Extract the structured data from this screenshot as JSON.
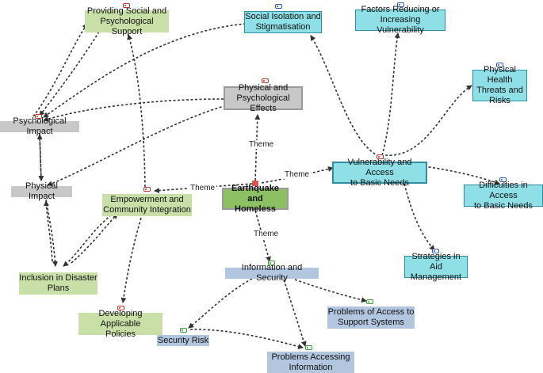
{
  "nodes": {
    "providing_support": "Providing Social and\nPsychological Support",
    "social_isolation": "Social Isolation and\nStigmatisation",
    "factors_reducing": "Factors Reducing or\nIncreasing Vulnerability",
    "physical_health": "Physical Health\nThreats and\nRisks",
    "physical_psych_effects": "Physical and\nPsychological Effects",
    "psychological_impact": "Psychological Impact",
    "physical_impact": "Physical Impact",
    "empowerment": "Empowerment and\nCommunity Integration",
    "earthquake_homeless": "Earthquake and\nHomeless",
    "vulnerability_access": "Vulnerability and Access\nto Basic Needs",
    "difficulties_access": "Difficulties in Access\nto Basic Needs",
    "inclusion_plans": "Inclusion in Disaster\nPlans",
    "strategies_aid": "Strategies in Aid\nManagement",
    "information_security": "Information and Security",
    "problems_access_support": "Problems of Access to\nSupport Systems",
    "developing_policies": "Developing Applicable\nPolicies",
    "security_risk": "Security Risk",
    "problems_accessing_info": "Problems  Accessing\nInformation"
  },
  "edge_labels": {
    "theme_up": "Theme",
    "theme_left": "Theme",
    "theme_right": "Theme",
    "theme_down": "Theme"
  },
  "colors": {
    "green": "#c9dfa8",
    "cyan": "#8fe0e6",
    "gray": "#c8c8c8",
    "blue": "#b3c6e0",
    "central": "#8cc063",
    "edge": "#333333"
  }
}
